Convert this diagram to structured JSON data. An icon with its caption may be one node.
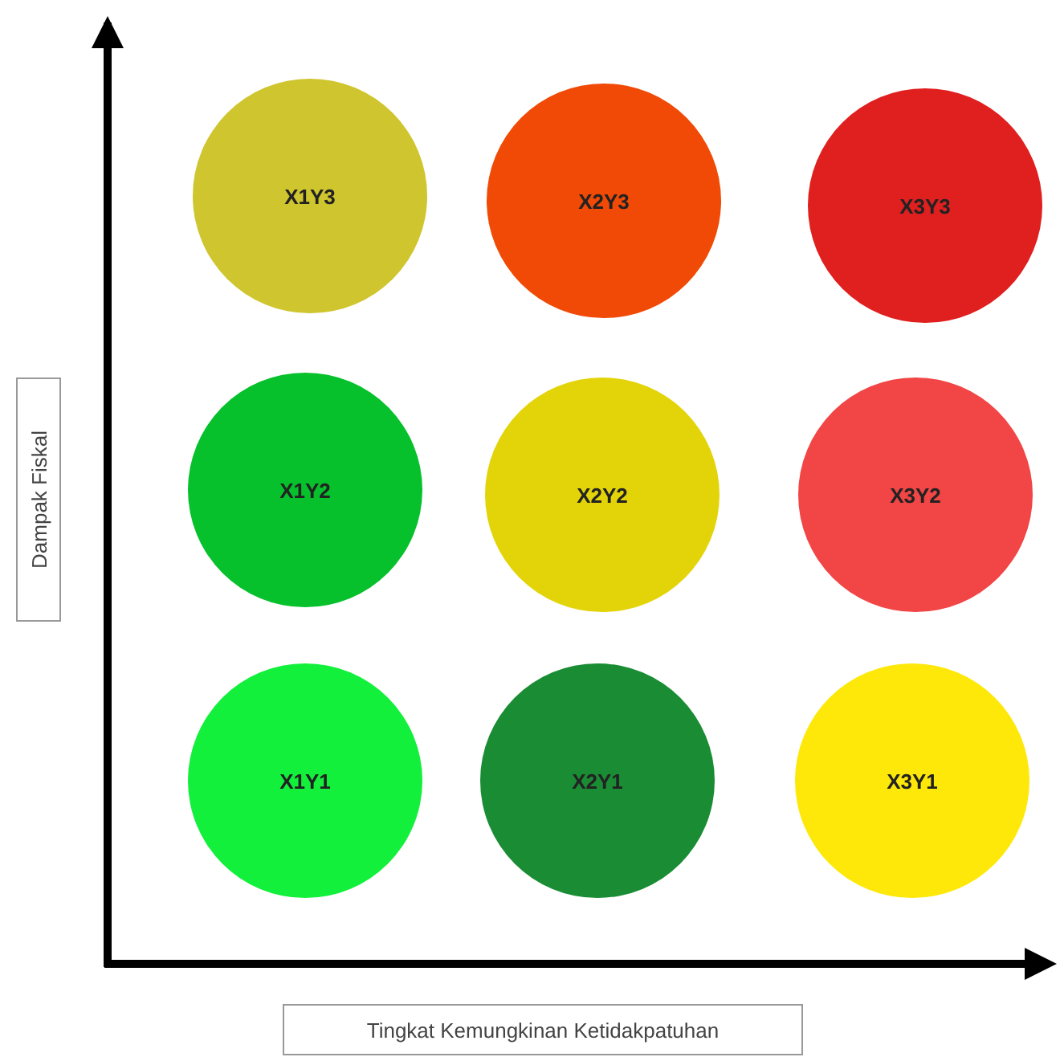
{
  "diagram": {
    "nodes": [
      {
        "text": [
          "X1Y3"
        ]
      },
      {
        "text": [
          "X2Y3"
        ]
      },
      {
        "text": [
          "X3Y3"
        ]
      },
      {
        "text": [
          "X1Y2"
        ]
      },
      {
        "text": [
          "X2Y2"
        ]
      },
      {
        "text": [
          "X3Y2"
        ]
      },
      {
        "text": [
          "X1Y1"
        ]
      },
      {
        "text": [
          "X2Y1"
        ]
      },
      {
        "text": [
          "X3Y1"
        ]
      }
    ],
    "labels": [
      "Dampak Fiskal",
      "Tingkat Kemungkinan Ketidakpatuhan"
    ]
  }
}
